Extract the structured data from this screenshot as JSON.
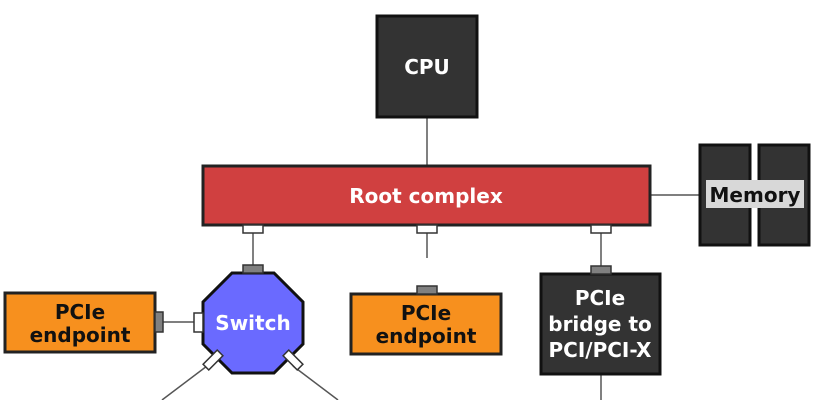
{
  "nodes": {
    "cpu": {
      "label": "CPU"
    },
    "root_complex": {
      "label": "Root complex"
    },
    "memory": {
      "label": "Memory"
    },
    "switch": {
      "label": "Switch"
    },
    "endpoint_left": {
      "line1": "PCIe",
      "line2": "endpoint"
    },
    "endpoint_center": {
      "line1": "PCIe",
      "line2": "endpoint"
    },
    "bridge": {
      "line1": "PCIe",
      "line2": "bridge to",
      "line3": "PCI/PCI-X"
    }
  },
  "colors": {
    "cpu": "#333333",
    "root_complex": "#d04040",
    "memory": "#333333",
    "switch": "#6a6aff",
    "endpoint": "#f7901e",
    "bridge": "#333333",
    "port_dark": "#808080",
    "port_light": "#ffffff",
    "line": "#333333"
  }
}
